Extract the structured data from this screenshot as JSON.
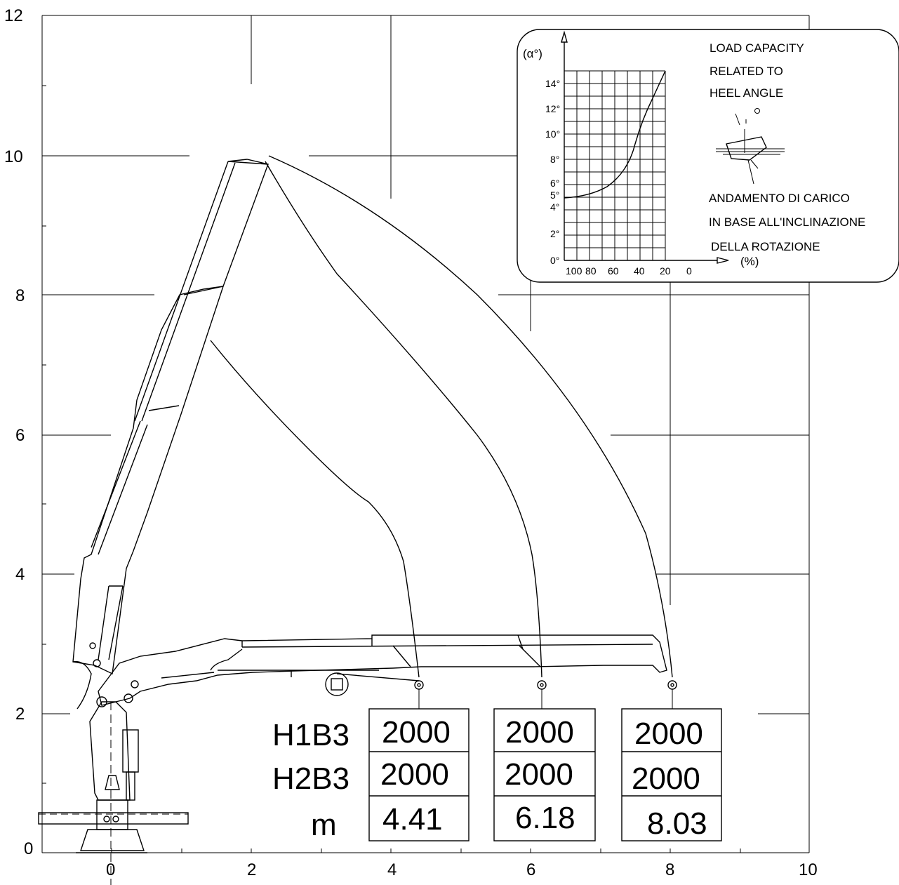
{
  "axes": {
    "x_ticks": [
      "0",
      "2",
      "4",
      "6",
      "8",
      "10"
    ],
    "y_ticks": [
      "0",
      "2",
      "4",
      "6",
      "8",
      "10",
      "12"
    ]
  },
  "load_table": {
    "row_labels": [
      "H1B3",
      "H2B3",
      "m"
    ],
    "columns": [
      {
        "h1b3": "2000",
        "h2b3": "2000",
        "m": "4.41"
      },
      {
        "h1b3": "2000",
        "h2b3": "2000",
        "m": "6.18"
      },
      {
        "h1b3": "2000",
        "h2b3": "2000",
        "m": "8.03"
      }
    ]
  },
  "inset": {
    "axis_symbol": "(α°)",
    "y_ticks": [
      "14°",
      "12°",
      "10°",
      "8°",
      "6°",
      "5°",
      "4°",
      "2°",
      "0°"
    ],
    "x_ticks": [
      "100",
      "80",
      "60",
      "40",
      "20",
      "0"
    ],
    "x_unit": "(%)",
    "title_en": [
      "LOAD CAPACITY",
      "RELATED TO",
      "HEEL ANGLE"
    ],
    "title_it": [
      "ANDAMENTO DI CARICO",
      "IN BASE ALL'INCLINAZIONE",
      "DELLA ROTAZIONE"
    ]
  }
}
